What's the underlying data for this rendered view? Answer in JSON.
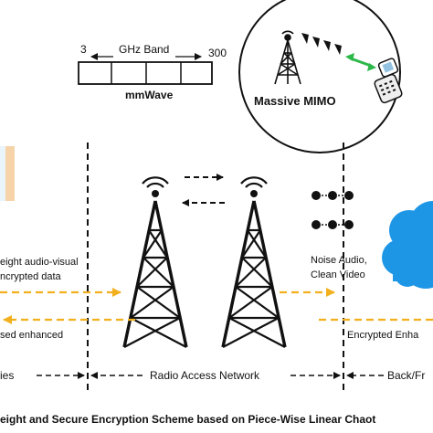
{
  "band": {
    "start_label": "3",
    "title": "GHz Band",
    "end_label": "300",
    "name": "mmWave"
  },
  "mimo": {
    "label": "Massive MIMO"
  },
  "left": {
    "upper_text_line1": "eight audio-visual",
    "upper_text_line2": "ncrypted data",
    "lower_text": "sed enhanced",
    "section_label": "ies"
  },
  "right": {
    "noise_line1": "Noise Audio,",
    "noise_line2": "Clean Video",
    "encrypted_text": "Encrypted Enha",
    "section_label": "Back/Fr"
  },
  "center": {
    "section_label": "Radio Access Network"
  },
  "caption": "eight and Secure Encryption Scheme based on Piece-Wise Linear Chaot",
  "colors": {
    "orange_arrow": "#F2B01E",
    "cloud": "#1E96E6",
    "mimo_arrow": "#2DB84A",
    "source_panel": "#F6D3A9",
    "phone_screen": "#93C3E0"
  }
}
